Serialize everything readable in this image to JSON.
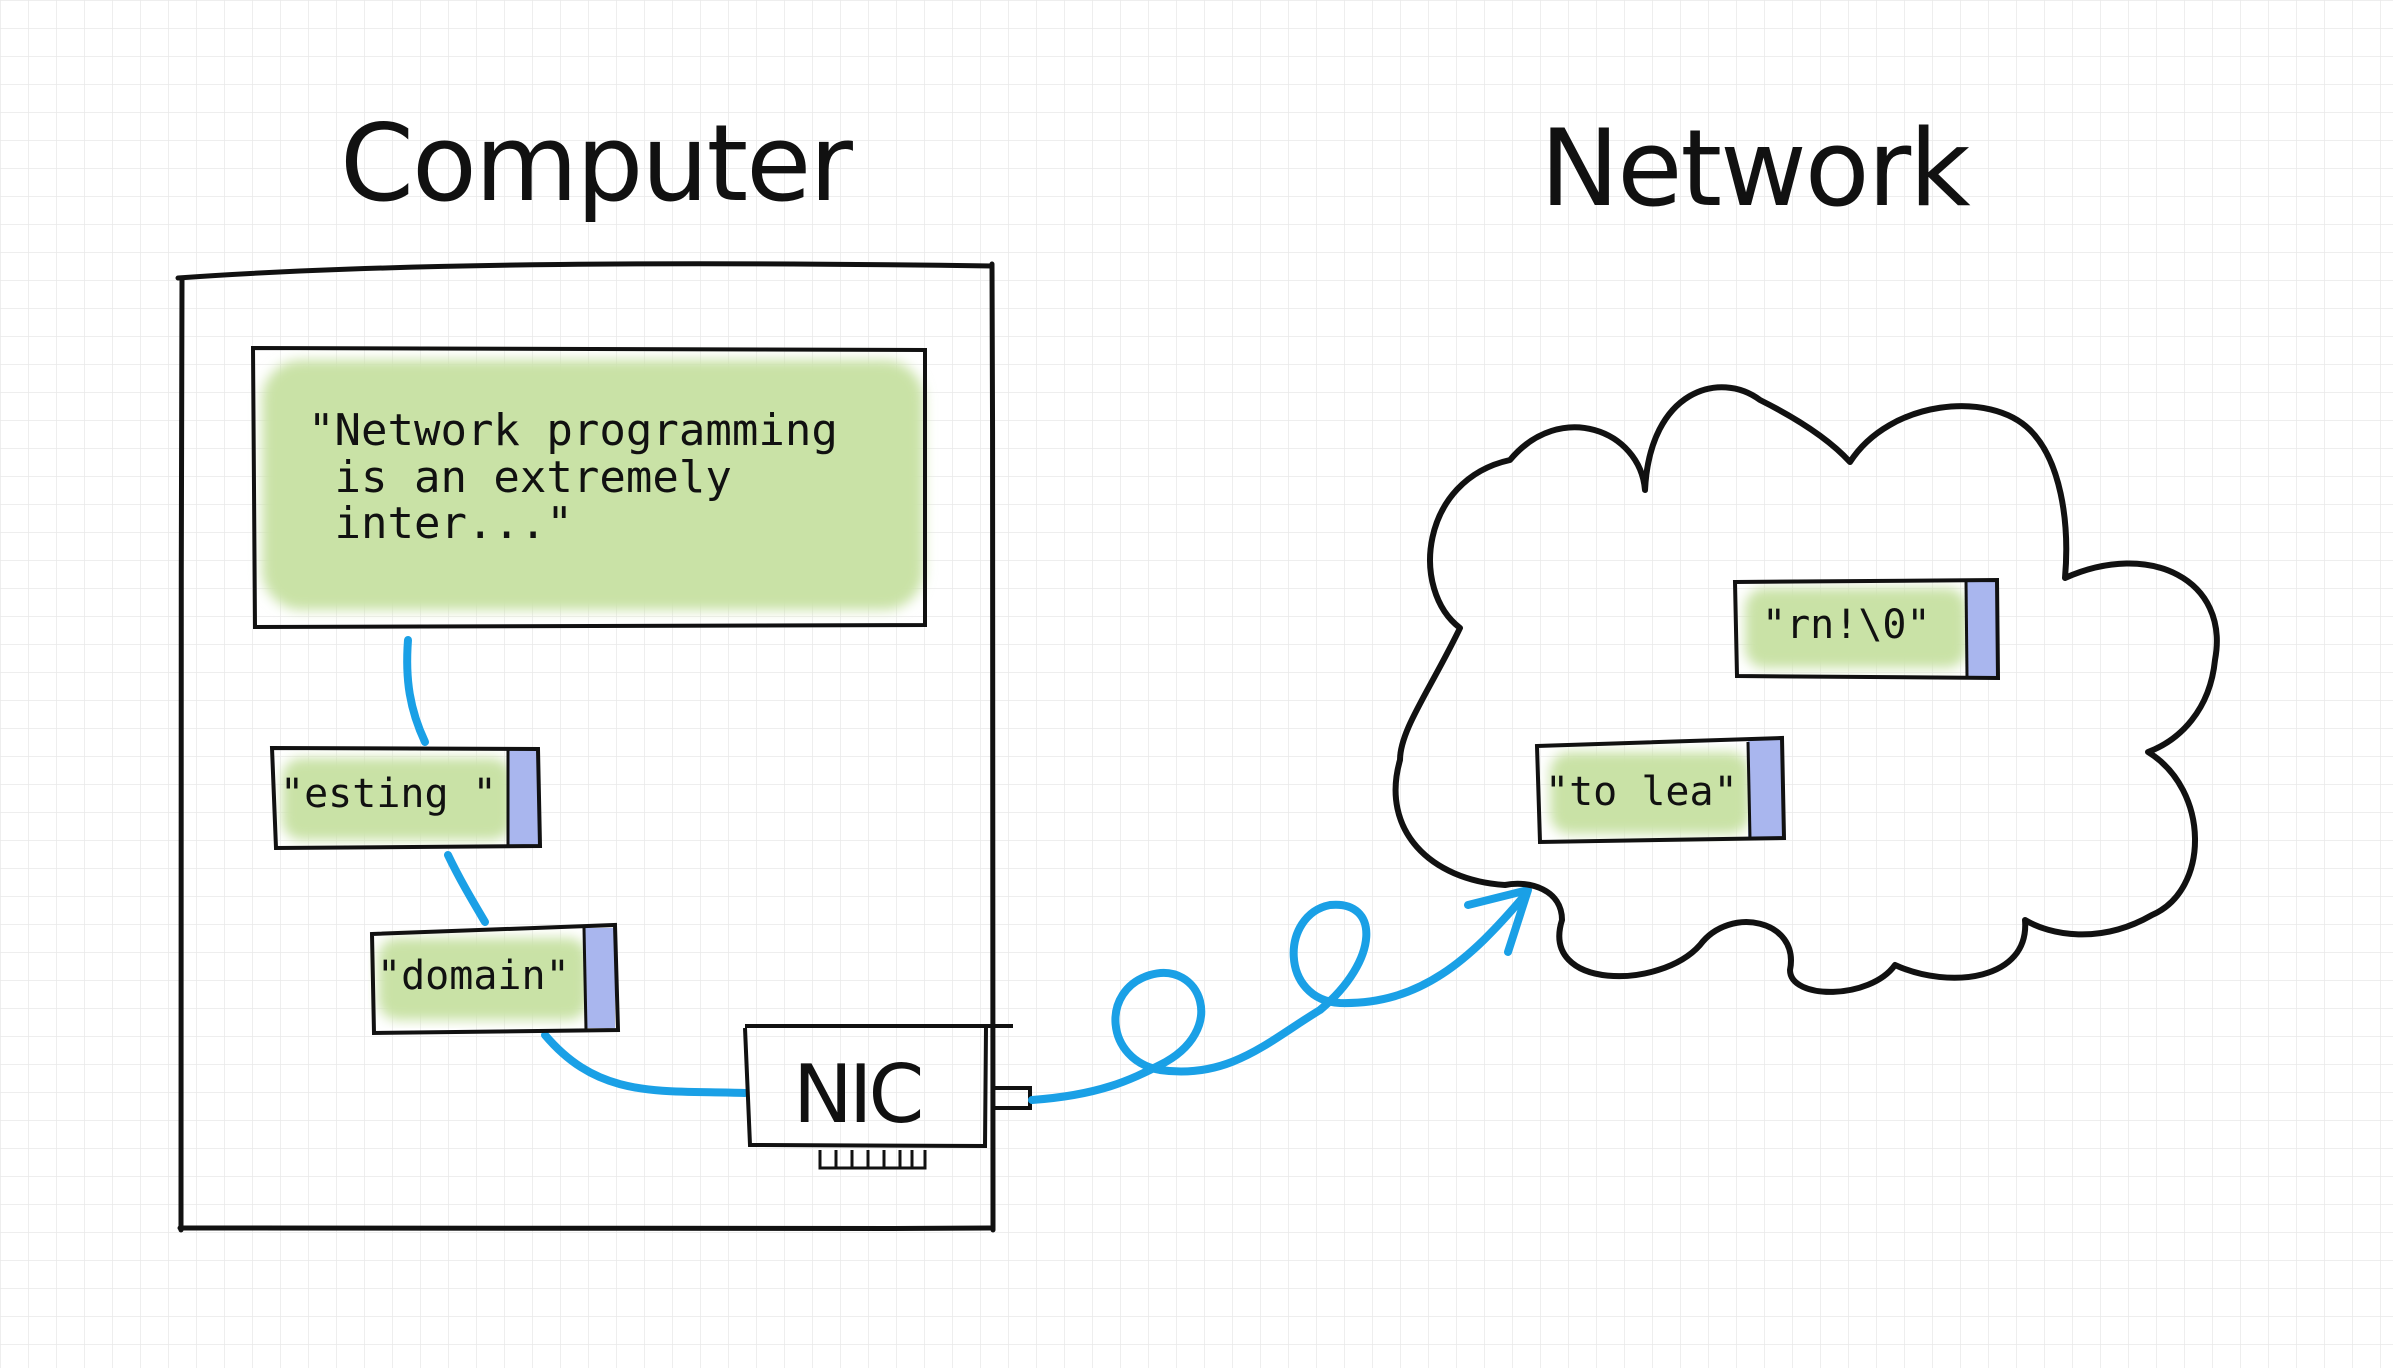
{
  "computer": {
    "title": "Computer",
    "buffer": {
      "line1": "\"Network programming",
      "line2": " is an extremely",
      "line3": " inter...\""
    },
    "packet_esting": "\"esting \"",
    "packet_domain": "\"domain\"",
    "nic_label": "NIC"
  },
  "network": {
    "title": "Network",
    "packet_rn": "\"rn!\\0\"",
    "packet_tolea": "\"to lea\""
  },
  "colors": {
    "highlight_green": "#c9e2a6",
    "cable_blue": "#1aa0e6",
    "packet_tab_blue": "#a9b6ee",
    "grid": "#e9e9e9",
    "ink": "#111111"
  }
}
